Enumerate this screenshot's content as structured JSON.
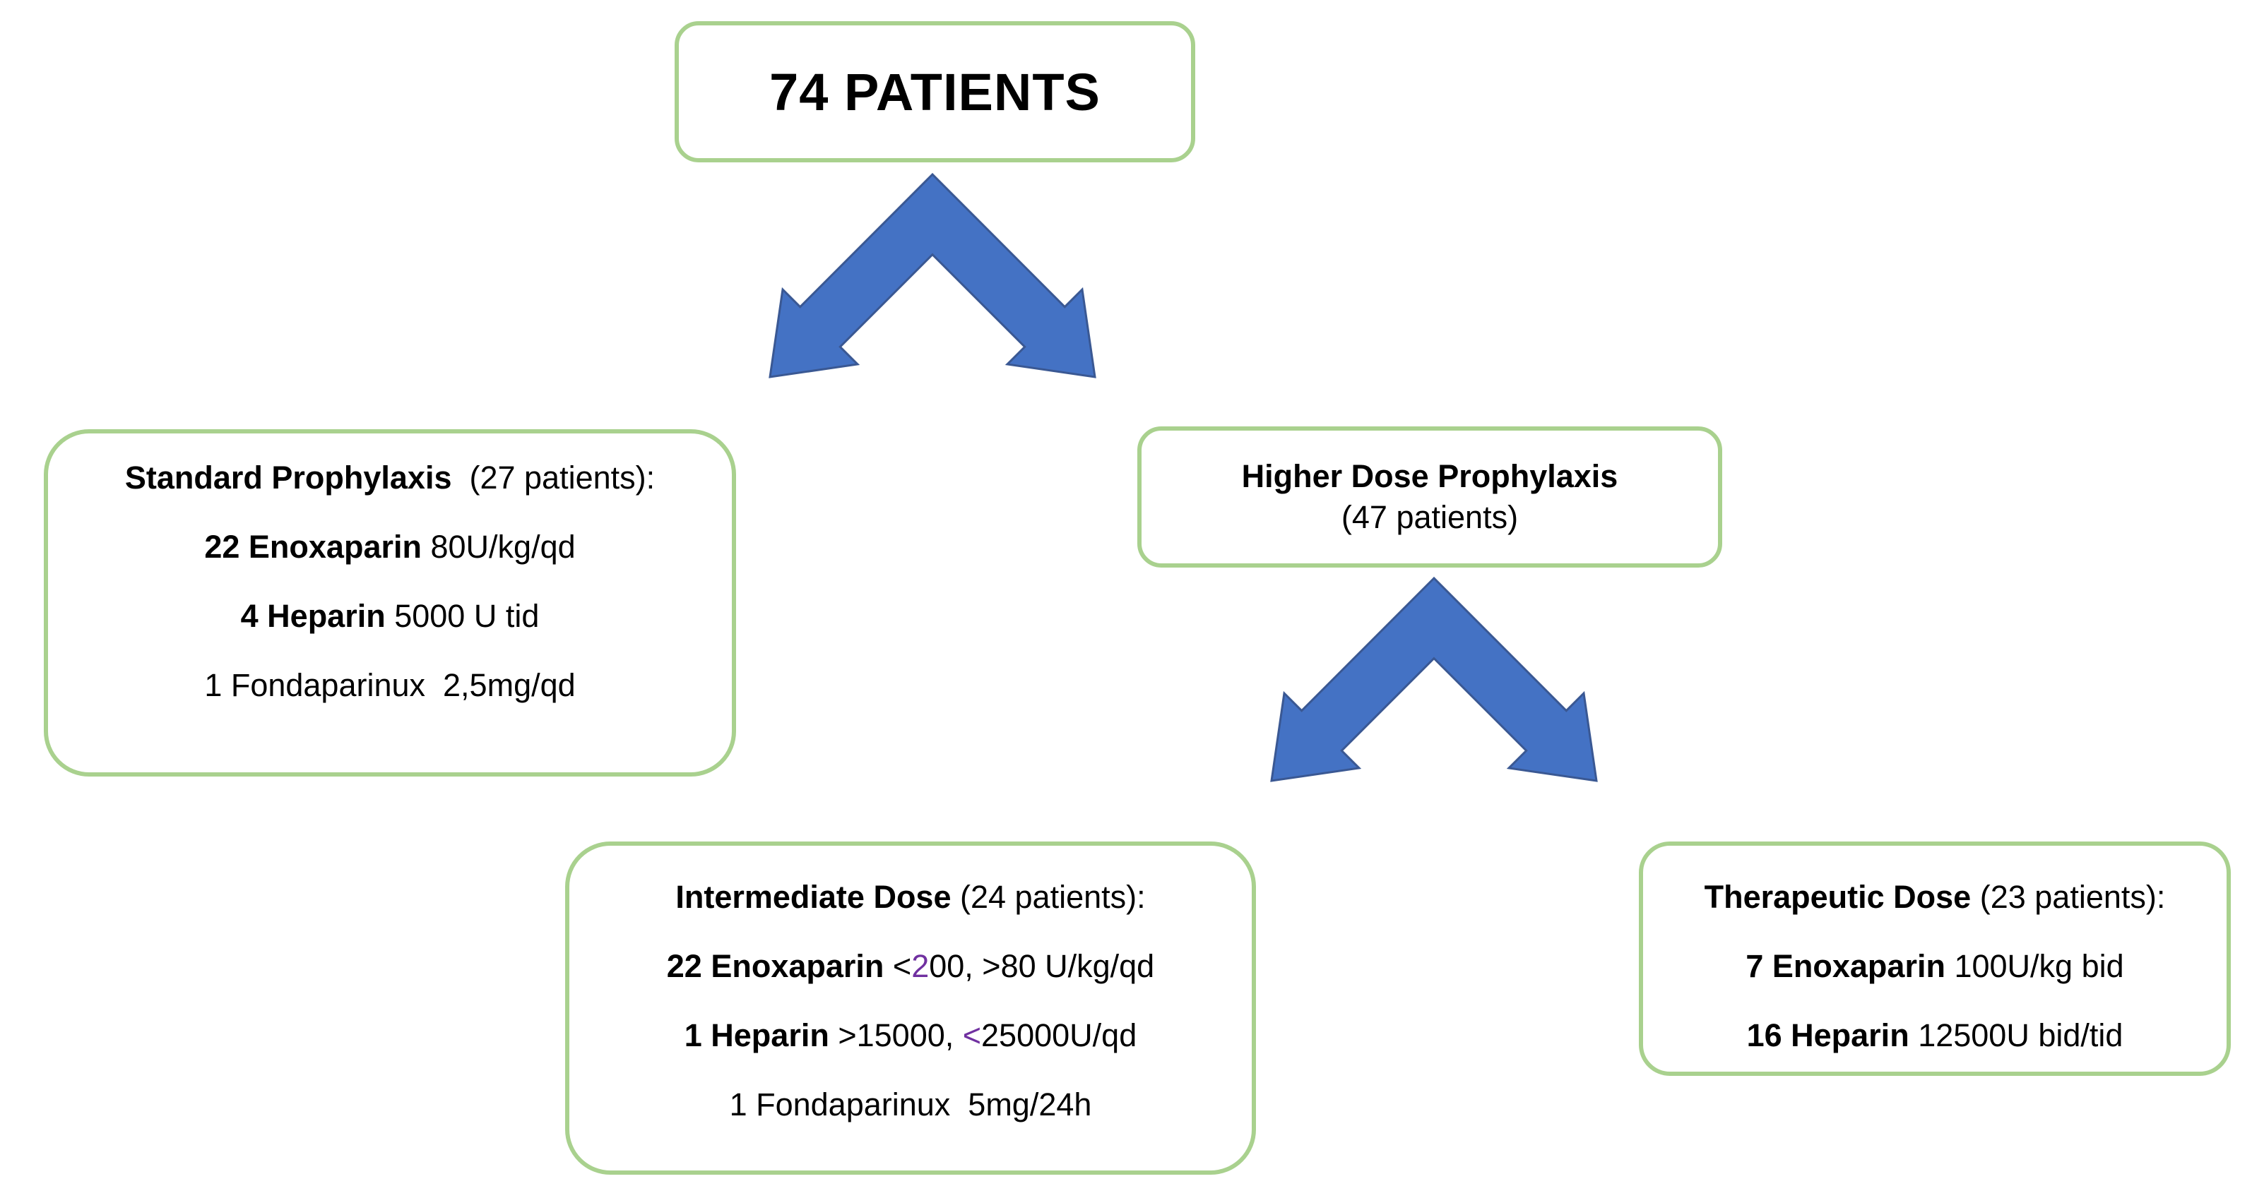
{
  "colors": {
    "background": "#FFFFFF",
    "box_border": "#A9D18E",
    "arrow_fill": "#4472C4",
    "arrow_stroke": "#3A5893",
    "text": "#000000",
    "accent_purple": "#7030A0"
  },
  "icons": {
    "top_connector": "split-arrow-down",
    "lower_connector": "split-arrow-down"
  },
  "nodes": {
    "total": {
      "label": "74 PATIENTS"
    },
    "standard": {
      "lines": [
        [
          {
            "t": "Standard Prophylaxis",
            "b": true
          },
          {
            "t": "  (27 patients):"
          }
        ],
        [
          {
            "t": "22 Enoxaparin",
            "b": true
          },
          {
            "t": " 80U/kg/qd"
          }
        ],
        [
          {
            "t": "4 Heparin",
            "b": true
          },
          {
            "t": " 5000 U tid"
          }
        ],
        [
          {
            "t": "1 Fondaparinux  2,5mg/qd"
          }
        ]
      ]
    },
    "higher": {
      "lines": [
        [
          {
            "t": "Higher Dose Prophylaxis",
            "b": true
          }
        ],
        [
          {
            "t": "(47 patients)"
          }
        ]
      ]
    },
    "intermediate": {
      "lines": [
        [
          {
            "t": "Intermediate Dose",
            "b": true
          },
          {
            "t": " (24 patients):"
          }
        ],
        [
          {
            "t": "22 Enoxaparin",
            "b": true
          },
          {
            "t": " <"
          },
          {
            "t": "2",
            "c": "purple"
          },
          {
            "t": "00, >80 U/kg/qd"
          }
        ],
        [
          {
            "t": "1 Heparin",
            "b": true
          },
          {
            "t": " >15000, "
          },
          {
            "t": "<",
            "c": "purple"
          },
          {
            "t": "25000U/qd"
          }
        ],
        [
          {
            "t": "1 Fondaparinux  5mg/24h"
          }
        ]
      ]
    },
    "therapeutic": {
      "lines": [
        [
          {
            "t": "Therapeutic Dose",
            "b": true
          },
          {
            "t": " (23 patients):"
          }
        ],
        [
          {
            "t": "7 Enoxaparin",
            "b": true
          },
          {
            "t": " 100U/kg bid"
          }
        ],
        [
          {
            "t": "16 Heparin",
            "b": true
          },
          {
            "t": " 12500U bid/tid"
          }
        ]
      ]
    }
  }
}
